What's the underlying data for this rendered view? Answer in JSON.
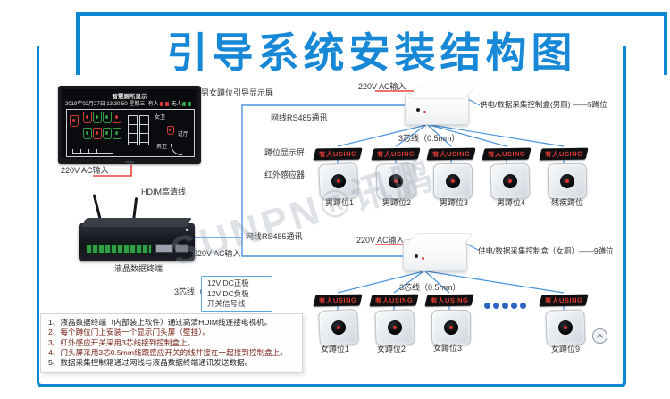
{
  "title": "引导系统安装结构图",
  "watermark": "SUNPN®讯鹏",
  "colors": {
    "accent": "#0d87d1",
    "title": "#1688d6",
    "wire": "#4a94dc",
    "red_wire": "#ee4238",
    "bar_text": "#e23c30",
    "note_red": "#7b251c",
    "dot_blue": "#2a63c0"
  },
  "icons": {
    "back_to_top": "chevron-up",
    "ir_lens": "black-circle-red-dot"
  },
  "tv": {
    "screen_header": "智慧厕所显示",
    "date": "2019年02月27日",
    "time": "13:30:50",
    "weekday": "星期三",
    "occupied_label": "有人",
    "vacant_label": "无人",
    "zone_female": "女卫",
    "zone_male": "男卫",
    "zone_hall": "过厅",
    "power_label": "220V AC输入"
  },
  "labels": {
    "guide_screen": "男女蹲位引导显示屏",
    "hdmi": "HDIM高清线",
    "rs485_top": "网线RS485通讯",
    "rs485_bottom": "网线RS485通讯",
    "terminal": "液晶数据终端",
    "terminal_power": "220V AC输入",
    "wire3_terminal": "3芯线（0.5mm）",
    "stall_screen": "蹲位显示屏",
    "ir_sensor": "红外感应器"
  },
  "wirebox": {
    "lines": [
      "12V DC正极",
      "12V DC负极",
      "开关信号线"
    ]
  },
  "male": {
    "power": "220V AC输入",
    "controller": "供电/数据采集控制盒(男厕) ——5蹲位",
    "wire3": "3芯线（0.5mm）",
    "screen_text": "有人USING",
    "stalls": [
      "男蹲位1",
      "男蹲位2",
      "男蹲位3",
      "男蹲位4",
      "残疾蹲位"
    ]
  },
  "female": {
    "power": "220V AC输入",
    "controller": "供电/数据采集控制盒（女厕）——9蹲位",
    "wire3": "3芯线（0.5mm）",
    "screen_text": "有人USING",
    "stalls": [
      "女蹲位1",
      "女蹲位2",
      "女蹲位3",
      "女蹲位9"
    ]
  },
  "notes": [
    {
      "num": "1、",
      "text": "液晶数据终端（内部装上软件）通过高清HDIM线连接电视机。",
      "tone": "dark"
    },
    {
      "num": "2、",
      "text": "每个蹲位门上安装一个显示门头屏（壁挂）。",
      "tone": "red"
    },
    {
      "num": "3、",
      "text": "红外感应开关采用3芯线接到控制盒上。",
      "tone": "red"
    },
    {
      "num": "4、",
      "text": "门头屏采用3芯0.5mm线跟感应开关的线并接在一起接到控制盒上。",
      "tone": "red"
    },
    {
      "num": "5、",
      "text": "数据采集控制箱通过网线与液晶数据终端通讯发送数据。",
      "tone": "dark"
    }
  ]
}
